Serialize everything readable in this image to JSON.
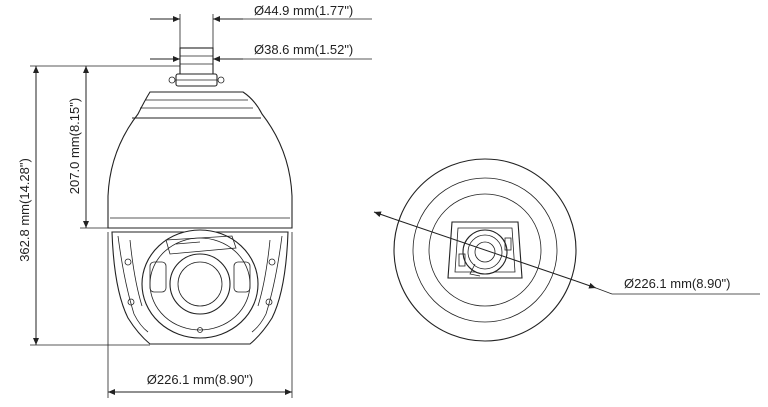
{
  "dimensions": {
    "top_outer_diameter": "Ø44.9 mm(1.77\")",
    "top_inner_diameter": "Ø38.6 mm(1.52\")",
    "total_height": "362.8 mm(14.28\")",
    "dome_height": "207.0 mm(8.15\")",
    "side_width": "Ø226.1 mm(8.90\")",
    "top_view_diameter": "Ø226.1 mm(8.90\")"
  }
}
